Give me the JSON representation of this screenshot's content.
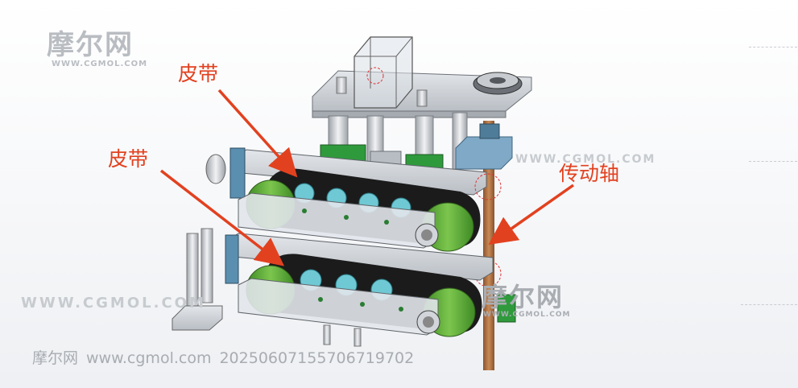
{
  "labels": {
    "belt_top": "皮带",
    "belt_middle": "皮带",
    "drive_shaft": "传动轴"
  },
  "watermarks": {
    "logo_top_left_cn": "摩尔网",
    "logo_top_left_url": "WWW.CGMOL.COM",
    "logo_bottom_right_cn": "摩尔网",
    "logo_bottom_right_url": "WWW.CGMOL.COM",
    "url_left": "WWW.CGMOL.COM",
    "url_mid": "WWW.CGMOL.COM"
  },
  "footer": {
    "site_name": "摩尔网",
    "site_url": "www.cgmol.com",
    "id": "20250607155706719702"
  },
  "colors": {
    "annotation": "#e2411f",
    "belt": "#1b1b1b",
    "pulley_green": "#5faa3a",
    "frame_gray": "#cfd3d8",
    "shaft_copper": "#b07040",
    "roller_cyan": "#6fc9d4",
    "block_green": "#2f9a3c",
    "bearing_blue": "#5b8fb0"
  }
}
